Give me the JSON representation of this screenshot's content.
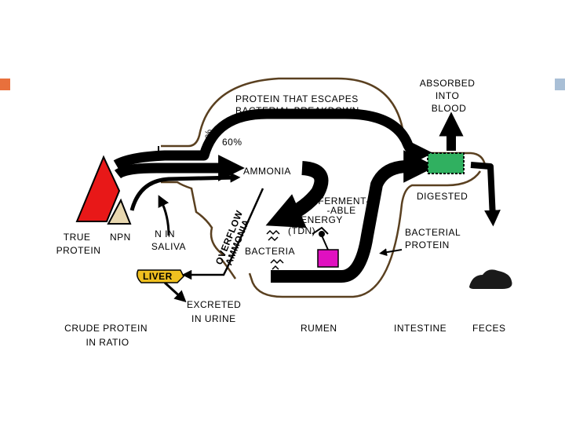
{
  "slide": {
    "marker_left_color": "#e8703c",
    "marker_right_color": "#a9bfd6"
  },
  "diagram": {
    "labels": {
      "absorbed": [
        "ABSORBED",
        "INTO",
        "BLOOD"
      ],
      "protein_escapes": [
        "PROTEIN THAT ESCAPES",
        "BACTERIAL BREAKDOWN"
      ],
      "pct_40": "40%",
      "pct_60": "60%",
      "ammonia": "AMMONIA",
      "ferment": [
        "FERMENT-",
        "-ABLE",
        "ENERGY"
      ],
      "tdn": "(TDN)",
      "overflow": [
        "OVERFLOW",
        "AMMONIA"
      ],
      "bacteria": "BACTERIA",
      "digested": "DIGESTED",
      "bacterial_protein": [
        "BACTERIAL",
        "PROTEIN"
      ],
      "true_protein": [
        "TRUE",
        "PROTEIN"
      ],
      "npn": "NPN",
      "n_in_saliva": [
        "N IN",
        "SALIVA"
      ],
      "liver": "LIVER",
      "excreted": [
        "EXCRETED",
        "IN URINE"
      ],
      "crude_protein": [
        "CRUDE PROTEIN",
        "IN RATIO"
      ],
      "rumen": "RUMEN",
      "intestine": "INTESTINE",
      "feces": "FECES"
    },
    "colors": {
      "true_protein": "#e81818",
      "npn": "#e8d8b0",
      "liver": "#f0c020",
      "energy": "#e010c0",
      "intestine_box": "#30b060",
      "rumen_outline": "#5a4020"
    }
  }
}
